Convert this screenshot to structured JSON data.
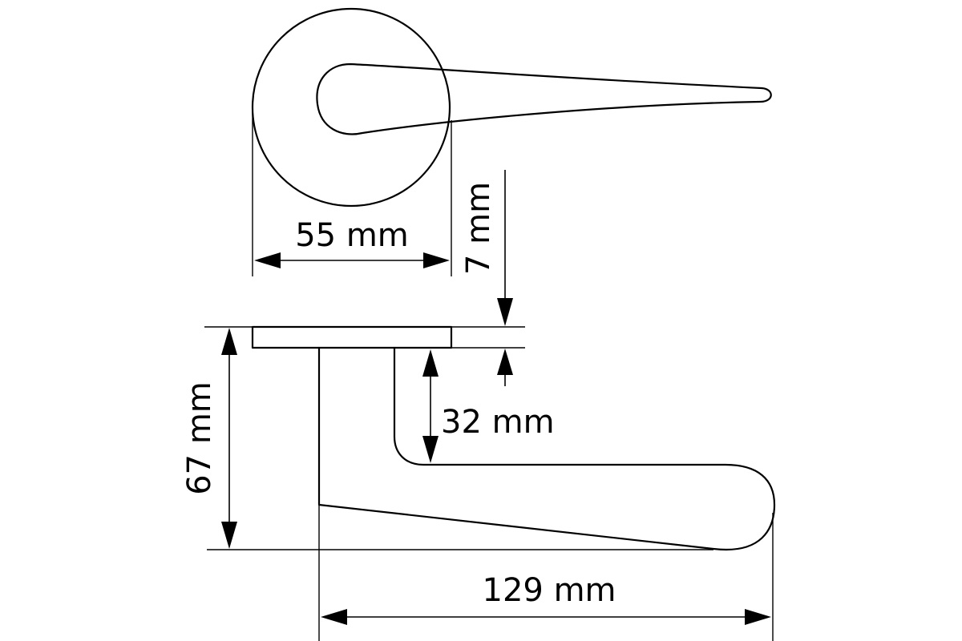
{
  "dimensions": {
    "rose_diameter": "55 mm",
    "rose_thickness": "7 mm",
    "handle_height": "67 mm",
    "lever_clearance": "32 mm",
    "lever_length": "129 mm"
  }
}
